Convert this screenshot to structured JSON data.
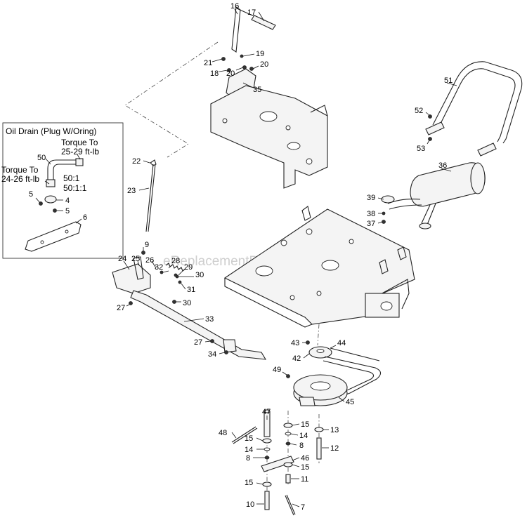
{
  "inset": {
    "title": "Oil Drain (Plug W/Oring)",
    "torque_upper_line1": "Torque To",
    "torque_upper_line2": "25-29 ft-lb",
    "torque_lower_line1": "Torque To",
    "torque_lower_line2": "24-26 ft-lb",
    "ratio_a": "50:1",
    "ratio_b": "50:1:1"
  },
  "watermark": "eReplacementParts.com",
  "callouts": {
    "c16": "16",
    "c17": "17",
    "c19": "19",
    "c21": "21",
    "c20a": "20",
    "c20b": "20",
    "c18": "18",
    "c35": "35",
    "c22": "22",
    "c23": "23",
    "c51": "51",
    "c52": "52",
    "c53": "53",
    "c36": "36",
    "c39": "39",
    "c38": "38",
    "c37": "37",
    "c50": "50",
    "c5a": "5",
    "c4": "4",
    "c5b": "5",
    "c6": "6",
    "c9": "9",
    "c24": "24",
    "c25": "25",
    "c26": "26",
    "c28": "28",
    "c32": "32",
    "c29": "29",
    "c30a": "30",
    "c31": "31",
    "c27a": "27",
    "c30b": "30",
    "c33": "33",
    "c27b": "27",
    "c34": "34",
    "c43": "43",
    "c44": "44",
    "c42": "42",
    "c49": "49",
    "c45": "45",
    "c47": "47",
    "c48": "48",
    "c15a": "15",
    "c14a": "14",
    "c8a": "8",
    "c46": "46",
    "c15b": "15",
    "c11": "11",
    "c15c": "15",
    "c10": "10",
    "c7": "7",
    "c15d": "15",
    "c14b": "14",
    "c8b": "8",
    "c13": "13",
    "c12": "12"
  }
}
